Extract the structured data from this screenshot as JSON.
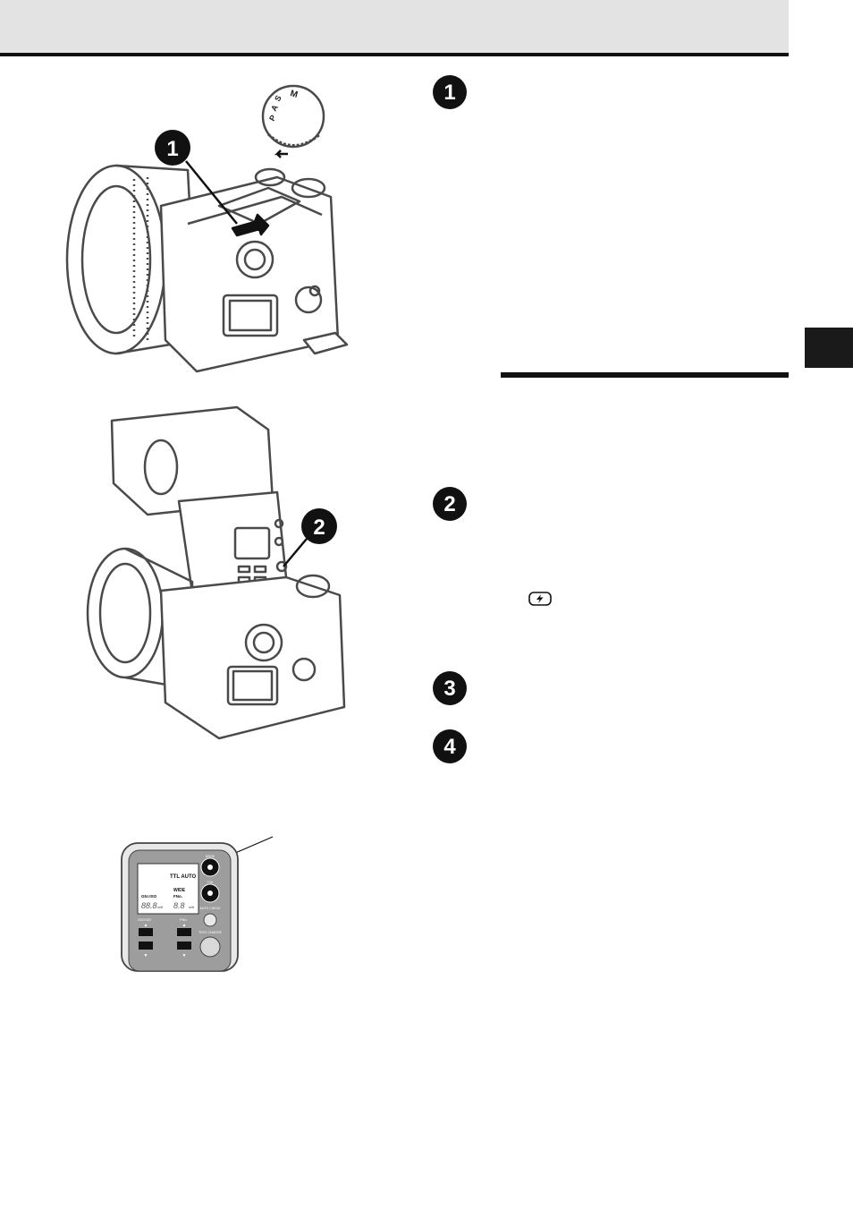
{
  "steps": [
    {
      "number": "1"
    },
    {
      "number": "2"
    },
    {
      "number": "3"
    },
    {
      "number": "4"
    }
  ],
  "callouts": {
    "first": "1",
    "second": "2"
  },
  "mode_dial": {
    "labels": [
      "M",
      "S",
      "A",
      "P"
    ]
  },
  "flash_panel": {
    "display_title": "TTL AUTO",
    "gn_label": "GN≡ISO",
    "wide_label": "WIDE",
    "fno_label": "FNo.",
    "seg_value_left": "88.8",
    "seg_value_right": "8.8",
    "unit_left": "m/ft",
    "unit_right": "m/ft",
    "btn_gn_iso": "GN≡ISO",
    "btn_fno": "FNo.",
    "btn_mode": "MODE",
    "btn_tw": "T/W",
    "btn_auto_check": "AUTO CHECK",
    "btn_test_charge": "TEST/ CHARGE"
  },
  "colors": {
    "header_band": "#e3e3e3",
    "rule": "#111111",
    "tab": "#1a1a1a",
    "line_art": "#4a4a4a"
  },
  "icons": [
    "flash-icon",
    "arrow-left-icon"
  ]
}
